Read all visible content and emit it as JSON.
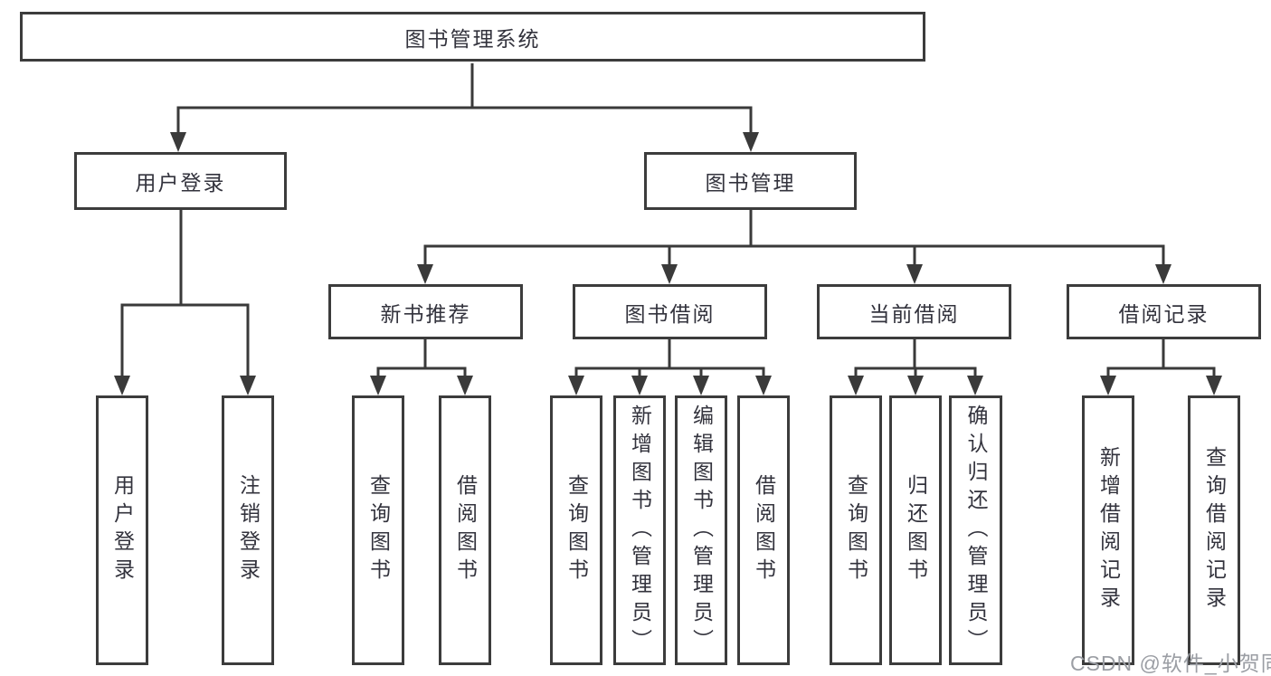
{
  "diagram": {
    "title": "图书管理系统",
    "tree": {
      "label": "图书管理系统",
      "children": [
        {
          "label": "用户登录",
          "children": [
            {
              "label": "用户登录"
            },
            {
              "label": "注销登录"
            }
          ]
        },
        {
          "label": "图书管理",
          "children": [
            {
              "label": "新书推荐",
              "children": [
                {
                  "label": "查询图书"
                },
                {
                  "label": "借阅图书"
                }
              ]
            },
            {
              "label": "图书借阅",
              "children": [
                {
                  "label": "查询图书"
                },
                {
                  "label": "新增图书（管理员）"
                },
                {
                  "label": "编辑图书（管理员）"
                },
                {
                  "label": "借阅图书"
                }
              ]
            },
            {
              "label": "当前借阅",
              "children": [
                {
                  "label": "查询图书"
                },
                {
                  "label": "归还图书"
                },
                {
                  "label": "确认归还（管理员）"
                }
              ]
            },
            {
              "label": "借阅记录",
              "children": [
                {
                  "label": "新增借阅记录"
                },
                {
                  "label": "查询借阅记录"
                }
              ]
            }
          ]
        }
      ]
    },
    "colors": {
      "line": "#3a3a3a",
      "border": "#3c3c3c",
      "text": "#33333d",
      "watermark": "#9b9ea4",
      "background": "#ffffff"
    }
  },
  "watermark": {
    "text": "CSDN @软件_小贺同学"
  }
}
